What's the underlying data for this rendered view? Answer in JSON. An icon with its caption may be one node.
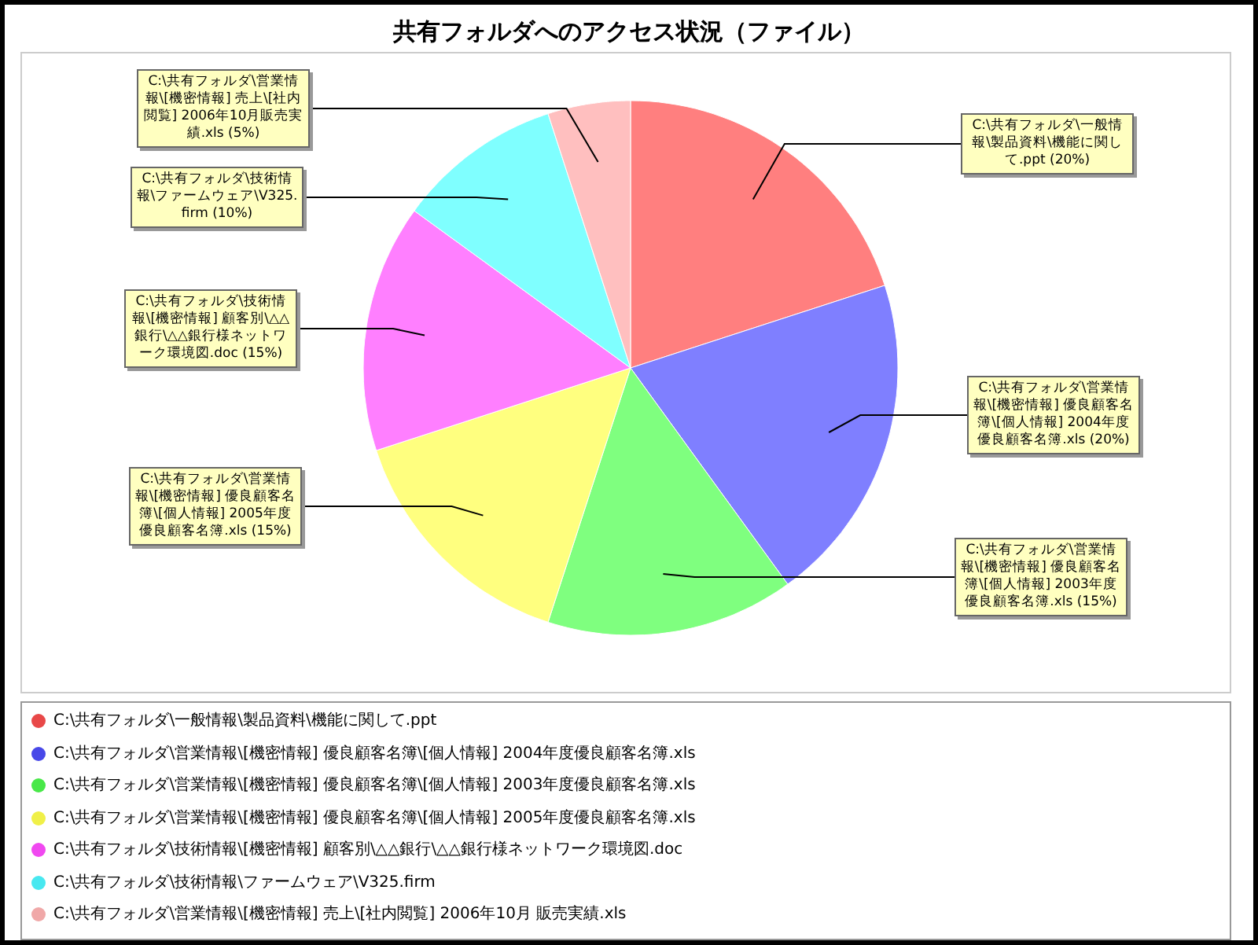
{
  "diagram": {
    "title": "共有フォルダへのアクセス状況（ファイル）",
    "chart_data": {
      "type": "pie",
      "categories": [
        "C:\\共有フォルダ\\一般情報\\製品資料\\機能に関して.ppt",
        "C:\\共有フォルダ\\営業情報\\[機密情報] 優良顧客名簿\\[個人情報] 2004年度優良顧客名簿.xls",
        "C:\\共有フォルダ\\営業情報\\[機密情報] 優良顧客名簿\\[個人情報] 2003年度優良顧客名簿.xls",
        "C:\\共有フォルダ\\営業情報\\[機密情報] 優良顧客名簿\\[個人情報] 2005年度優良顧客名簿.xls",
        "C:\\共有フォルダ\\技術情報\\[機密情報] 顧客別\\△△銀行\\△△銀行様ネットワーク環境図.doc",
        "C:\\共有フォルダ\\技術情報\\ファームウェア\\V325.firm",
        "C:\\共有フォルダ\\営業情報\\[機密情報] 売上\\[社内閲覧] 2006年10月販売実績.xls"
      ],
      "series": [
        {
          "colors": [
            "#ff7f7f",
            "#7f7fff",
            "#7fff7f",
            "#ffff7f",
            "#ff7fff",
            "#7fffff",
            "#ffbfbf"
          ],
          "values": [
            20,
            20,
            15,
            15,
            15,
            10,
            5
          ]
        }
      ],
      "value_labels": [
        "(20%)",
        "(20%)",
        "(15%)",
        "(15%)",
        "(15%)",
        "(10%)",
        "(5%)"
      ]
    },
    "legend": [
      {
        "text": "C:\\共有フォルダ\\一般情報\\製品資料\\機能に関して.ppt",
        "color": "#e84848"
      },
      {
        "text": "C:\\共有フォルダ\\営業情報\\[機密情報] 優良顧客名簿\\[個人情報] 2004年度優良顧客名簿.xls",
        "color": "#4848e8"
      },
      {
        "text": "C:\\共有フォルダ\\営業情報\\[機密情報] 優良顧客名簿\\[個人情報] 2003年度優良顧客名簿.xls",
        "color": "#48e848"
      },
      {
        "text": "C:\\共有フォルダ\\営業情報\\[機密情報] 優良顧客名簿\\[個人情報] 2005年度優良顧客名簿.xls",
        "color": "#f0f048"
      },
      {
        "text": "C:\\共有フォルダ\\技術情報\\[機密情報] 顧客別\\△△銀行\\△△銀行様ネットワーク環境図.doc",
        "color": "#f048f0"
      },
      {
        "text": "C:\\共有フォルダ\\技術情報\\ファームウェア\\V325.firm",
        "color": "#48e8f0"
      },
      {
        "text": "C:\\共有フォルダ\\営業情報\\[機密情報] 売上\\[社内閲覧] 2006年10月 販売実績.xls",
        "color": "#f0a8a8"
      }
    ]
  }
}
